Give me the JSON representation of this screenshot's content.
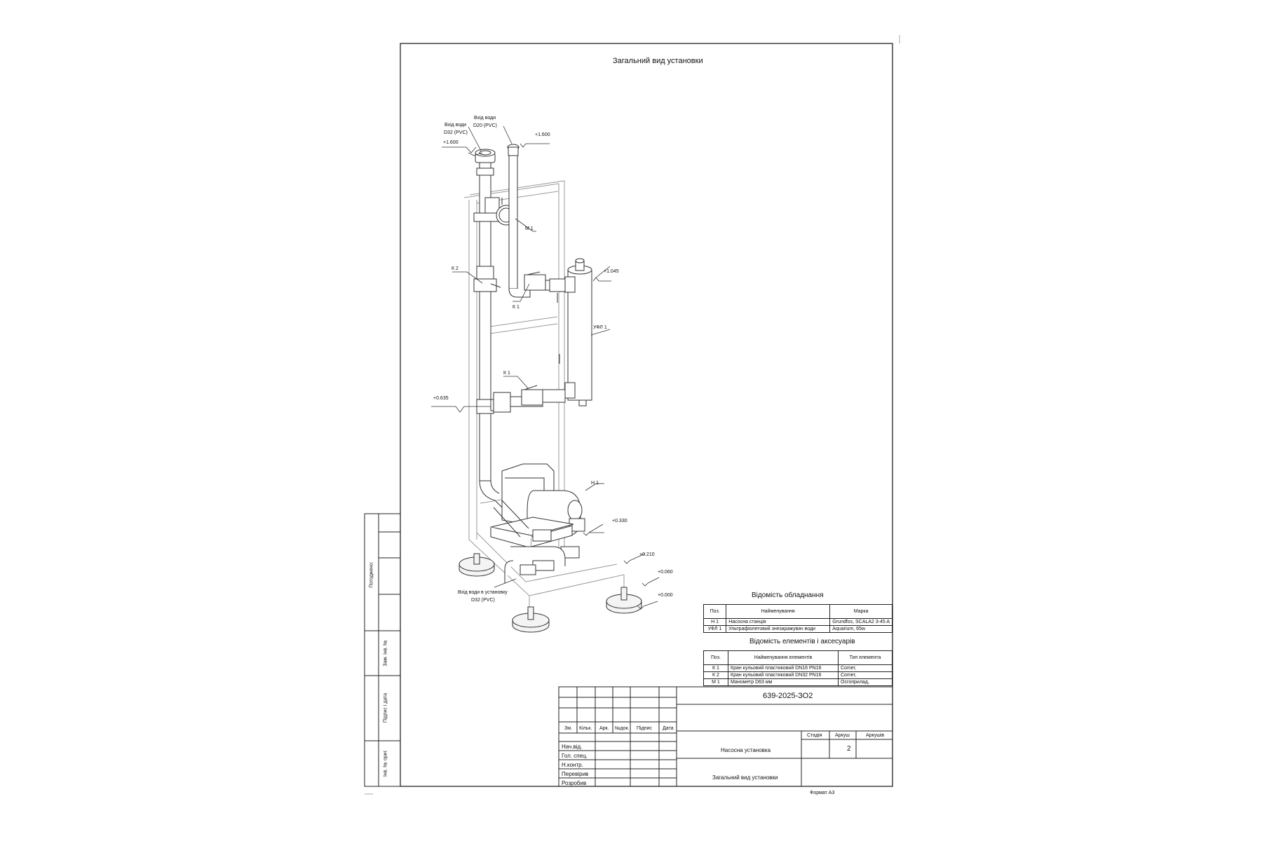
{
  "drawing": {
    "title": "Загальний вид установки",
    "format_label": "Формат А3"
  },
  "labels": {
    "inlet_d32_1": "Вхід води",
    "inlet_d32_2": "D32 (PVC)",
    "inlet_d20_1": "Вхід води",
    "inlet_d20_2": "D20 (PVC)",
    "el_1600_left": "+1.600",
    "el_1600_right": "+1.600",
    "m1": "М 1",
    "k2": "К 2",
    "k1_top": "К 1",
    "el_1045": "+1.045",
    "ufl1": "УФЛ 1",
    "k1_bottom": "К 1",
    "el_0635": "+0.635",
    "h1": "Н 1",
    "el_0330": "+0.330",
    "el_0210": "+0.210",
    "el_0060": "+0.060",
    "el_0000": "+0.000",
    "outlet_1": "Вхід води в установку",
    "outlet_2": "D32 (PVC)"
  },
  "equipment_schedule": {
    "title": "Відомість обладнання",
    "headers": [
      "Поз.",
      "Найменування",
      "Марка"
    ],
    "rows": [
      [
        "Н 1",
        "Насосна станція",
        "Grundfos, SCALA2 3-45 A"
      ],
      [
        "УФЛ 1",
        "Ультрафіолетовий знезаражувач води",
        "Aquarium, 65w"
      ]
    ]
  },
  "elements_schedule": {
    "title": "Відомість елементів і аксесуарів",
    "headers": [
      "Поз.",
      "Найменування елементів",
      "Тип елемента"
    ],
    "rows": [
      [
        "К 1",
        "Кран кульовий пластиковий DN16 PN16",
        "Comer,"
      ],
      [
        "К 2",
        "Кран кульовий пластиковий DN32 PN16",
        "Comer,"
      ],
      [
        "М 1",
        "Манометр D63 мм",
        "Осгоприлад,"
      ]
    ]
  },
  "title_block": {
    "code": "639-2025-ЗО2",
    "col_headers": [
      "Зм.",
      "Кільк.",
      "Арк.",
      "№док.",
      "Підпис",
      "Дата"
    ],
    "roles": [
      "Нач.від.",
      "Гол. спец.",
      "Н.контр.",
      "Перевірив",
      "Розробив"
    ],
    "object_name": "Насосна установка",
    "sheet_name": "Загальний вид установки",
    "stage_header": "Стадія",
    "sheet_header": "Аркуш",
    "sheets_header": "Аркушів",
    "sheet_number": "2"
  },
  "side_stamp": {
    "agreed": "Погоджено:",
    "replace_inv": "Зам. інв. №",
    "sign_date": "Підпис і дата",
    "inv_orig": "Інв. № ориг."
  }
}
